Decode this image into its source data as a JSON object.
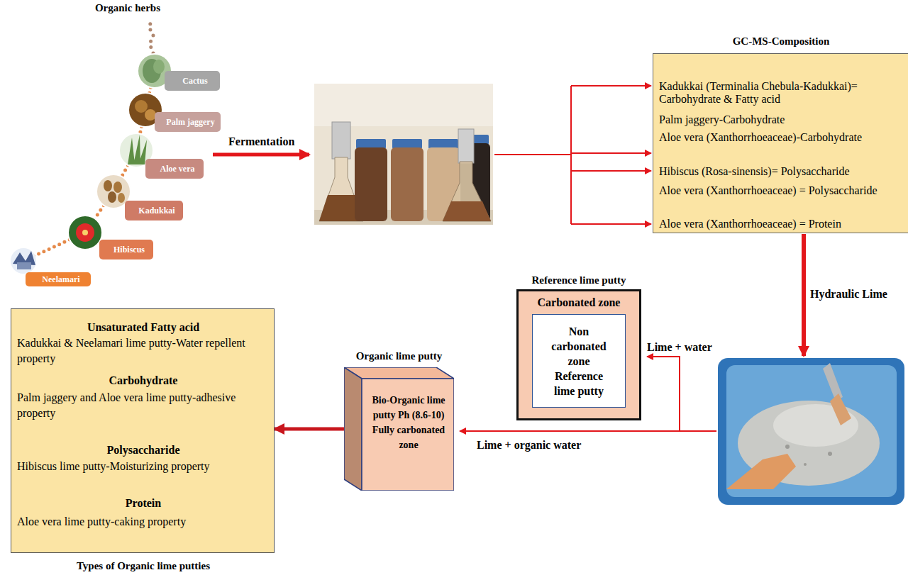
{
  "diagram": {
    "nodes": [
      {
        "text": [
          "Organic herbs"
        ]
      },
      {
        "text": [
          "Cactus"
        ],
        "in": 0
      },
      {
        "text": [
          "Palm jaggery"
        ],
        "in": 0
      },
      {
        "text": [
          "Aloe vera"
        ],
        "in": 0
      },
      {
        "text": [
          "Kadukkai"
        ],
        "in": 0
      },
      {
        "text": [
          "Hibiscus"
        ],
        "in": 0
      },
      {
        "text": [
          "Neelamari"
        ],
        "in": 0
      },
      {
        "text": [
          "GC-MS-Composition",
          "Kadukkai (Terminalia Chebula-Kadukkai)= Carbohydrate & Fatty acid",
          "Palm jaggery-Carbohydrate",
          "Aloe vera (Xanthorrhoeaceae)-Carbohydrate",
          "Hibiscus (Rosa-sinensis)= Polysaccharide",
          "Aloe vera (Xanthorrhoeaceae) = Polysaccharide",
          "Aloe vera (Xanthorrhoeaceae) = Protein"
        ]
      },
      {
        "text": [
          "Reference lime putty",
          "Carbonated zone"
        ]
      },
      {
        "text": [
          "Non carbonated zone Reference lime putty"
        ],
        "in": 8
      },
      {
        "text": [
          "Organic lime putty",
          "Bio-Organic lime putty Ph (8.6-10) Fully carbonated zone"
        ]
      },
      {
        "text": [
          "Unsaturated Fatty acid",
          "Kadukkai & Neelamari lime putty-Water repellent property",
          "Carbohydrate",
          "Palm jaggery and Aloe vera lime putty-adhesive property",
          "Polysaccharide",
          "Hibiscus lime putty-Moisturizing property",
          "Protein",
          "Aloe vera lime putty-caking property",
          "Types of Organic lime putties"
        ]
      }
    ],
    "edges": [
      {
        "from": 10,
        "to": 11,
        "arrow": "to"
      }
    ],
    "labels": [
      "Fermentation",
      "Hydraulic Lime",
      "Lime + water",
      "Lime + organic water"
    ]
  }
}
